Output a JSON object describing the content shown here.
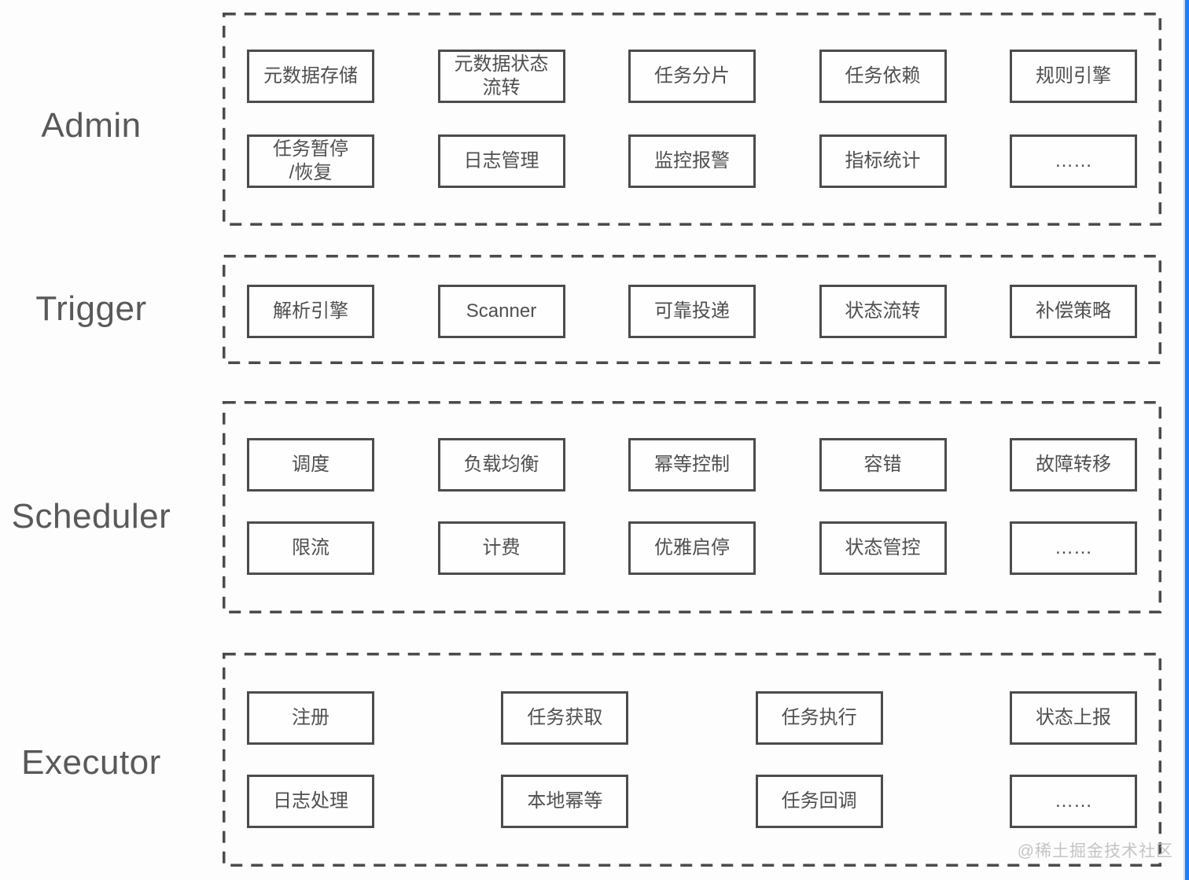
{
  "watermark": "@稀土掘金技术社区",
  "colors": {
    "accent_blue": "#1e80ff",
    "line_gray": "#4b4b4b"
  },
  "sections": [
    {
      "label": "Admin",
      "rows": [
        [
          "元数据存储",
          "元数据状态\n流转",
          "任务分片",
          "任务依赖",
          "规则引擎"
        ],
        [
          "任务暂停\n/恢复",
          "日志管理",
          "监控报警",
          "指标统计",
          "……"
        ]
      ]
    },
    {
      "label": "Trigger",
      "rows": [
        [
          "解析引擎",
          "Scanner",
          "可靠投递",
          "状态流转",
          "补偿策略"
        ]
      ]
    },
    {
      "label": "Scheduler",
      "rows": [
        [
          "调度",
          "负载均衡",
          "幂等控制",
          "容错",
          "故障转移"
        ],
        [
          "限流",
          "计费",
          "优雅启停",
          "状态管控",
          "……"
        ]
      ]
    },
    {
      "label": "Executor",
      "rows": [
        [
          "注册",
          "任务获取",
          "任务执行",
          "状态上报"
        ],
        [
          "日志处理",
          "本地幂等",
          "任务回调",
          "……"
        ]
      ]
    }
  ]
}
